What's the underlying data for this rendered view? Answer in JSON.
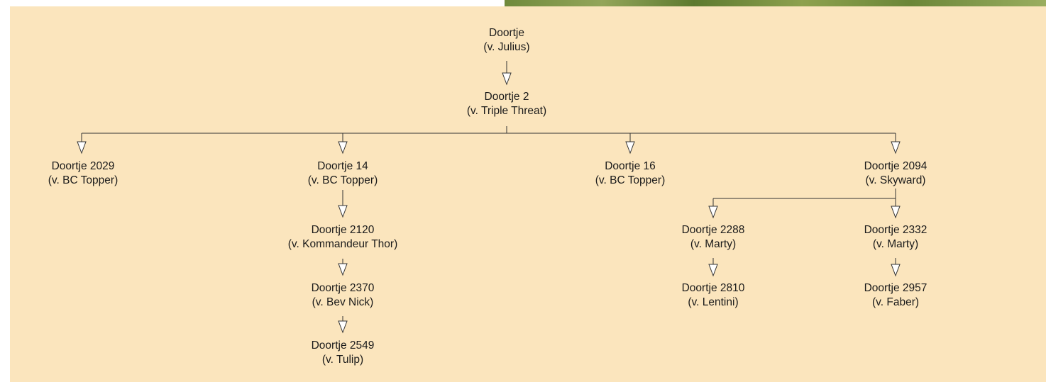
{
  "background": {
    "panel_color": "#fbe5bd",
    "line_color": "#333333"
  },
  "tree": {
    "root": {
      "name": "Doortje",
      "sire": "(v. Julius)"
    },
    "n2": {
      "name": "Doortje 2",
      "sire": "(v. Triple Threat)"
    },
    "n2029": {
      "name": "Doortje 2029",
      "sire": "(v. BC Topper)"
    },
    "n14": {
      "name": "Doortje 14",
      "sire": "(v. BC Topper)"
    },
    "n16": {
      "name": "Doortje 16",
      "sire": "(v. BC Topper)"
    },
    "n2094": {
      "name": "Doortje 2094",
      "sire": "(v. Skyward)"
    },
    "n2120": {
      "name": "Doortje 2120",
      "sire": "(v. Kommandeur Thor)"
    },
    "n2370": {
      "name": "Doortje 2370",
      "sire": "(v. Bev Nick)"
    },
    "n2549": {
      "name": "Doortje 2549",
      "sire": "(v. Tulip)"
    },
    "n2288": {
      "name": "Doortje 2288",
      "sire": "(v. Marty)"
    },
    "n2332": {
      "name": "Doortje 2332",
      "sire": "(v. Marty)"
    },
    "n2810": {
      "name": "Doortje 2810",
      "sire": "(v. Lentini)"
    },
    "n2957": {
      "name": "Doortje 2957",
      "sire": "(v. Faber)"
    }
  }
}
